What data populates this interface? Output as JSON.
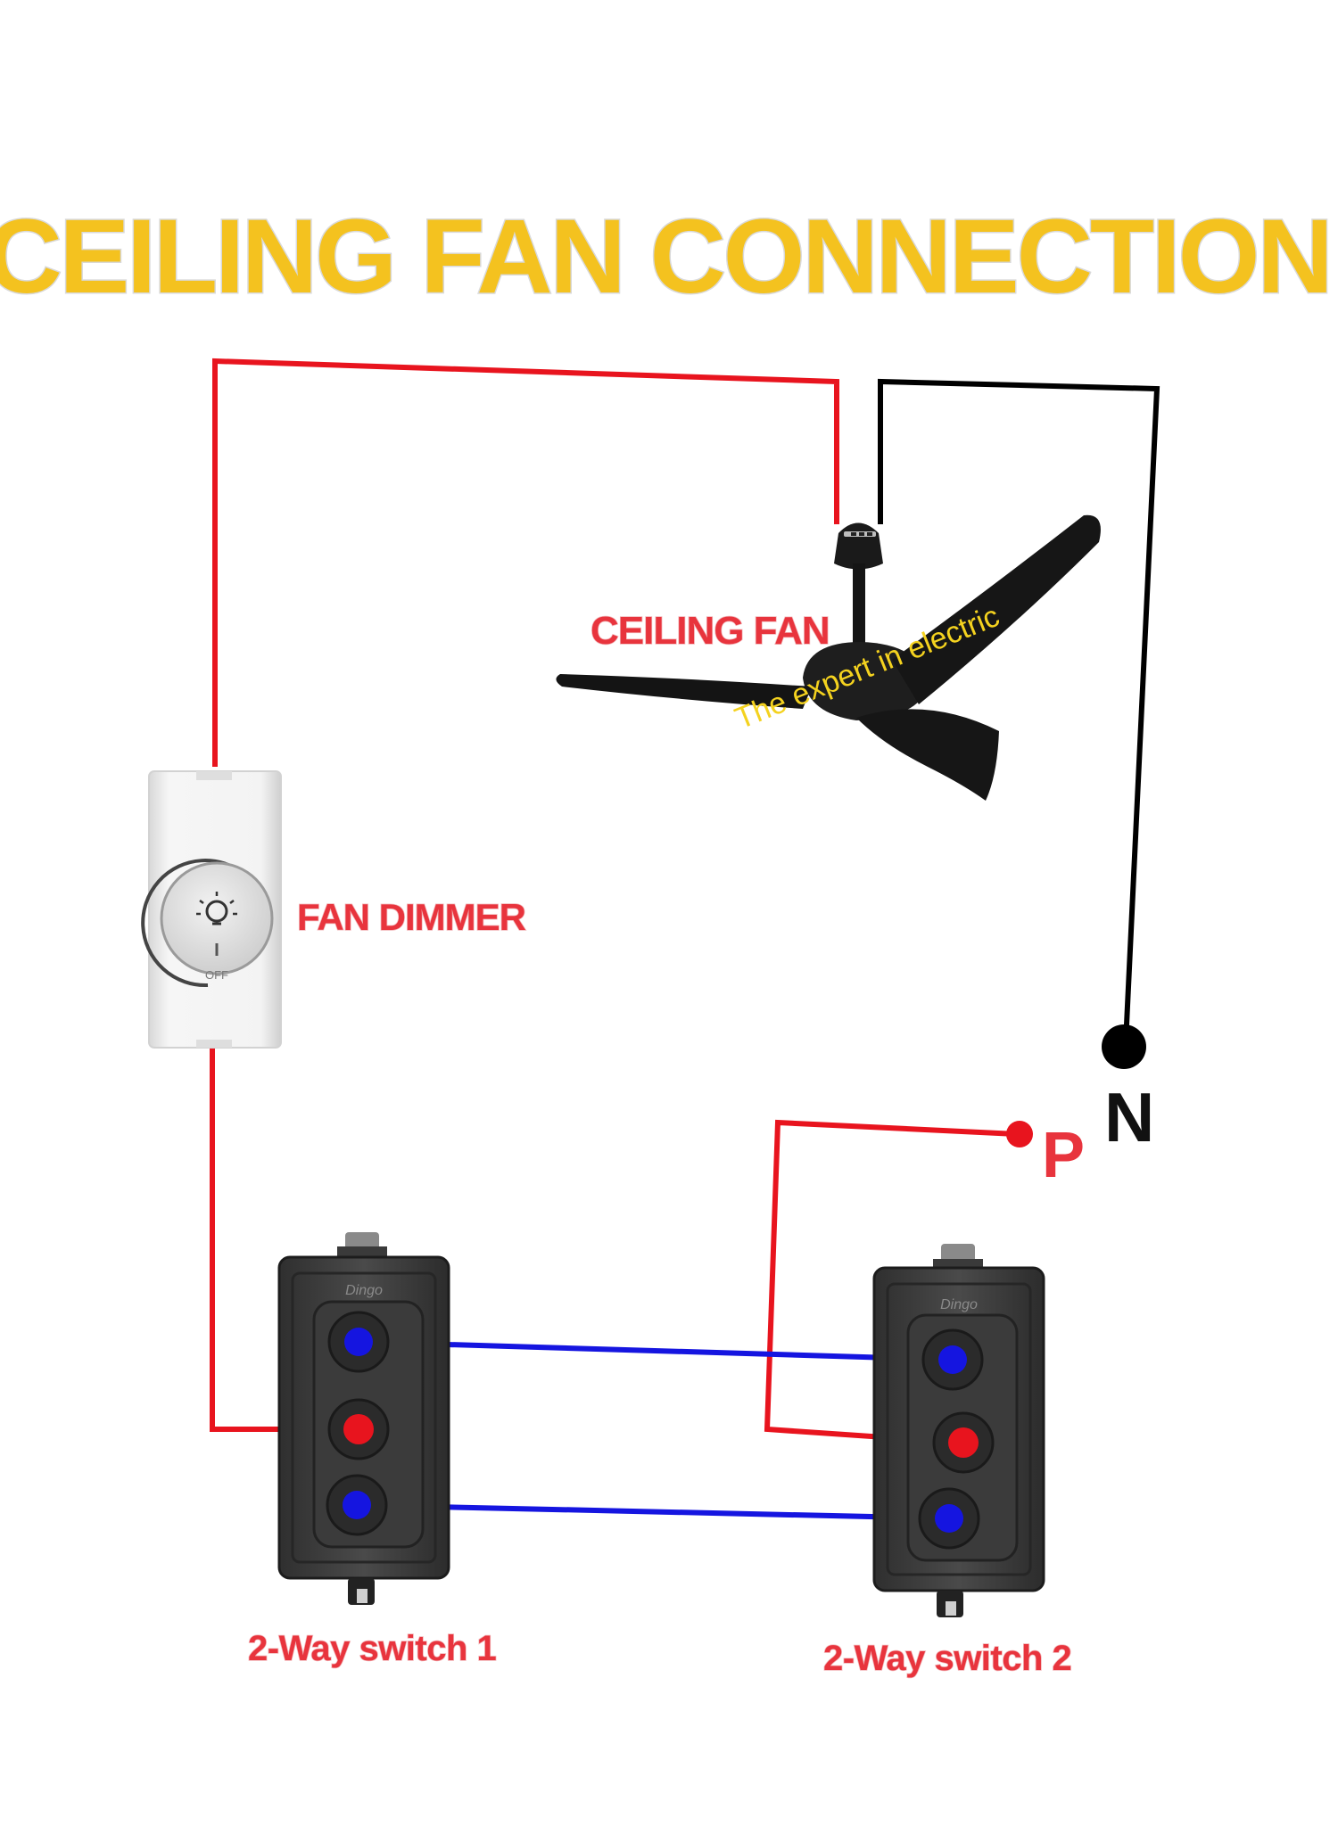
{
  "title": "CEILING FAN CONNECTION",
  "watermark": "The expert in electric",
  "fan": {
    "label": "CEILING FAN"
  },
  "dimmer": {
    "label": "FAN DIMMER",
    "off_text": "OFF"
  },
  "supply": {
    "phase": "P",
    "neutral": "N"
  },
  "switch1": {
    "label": "2-Way switch 1",
    "brand": "Dingo"
  },
  "switch2": {
    "label": "2-Way switch 2",
    "brand": "Dingo"
  },
  "colors": {
    "phase_wire": "#e8141e",
    "neutral_wire": "#000000",
    "traveler_wire": "#1515e0",
    "title": "#f4c21f",
    "label": "#e8343d"
  }
}
